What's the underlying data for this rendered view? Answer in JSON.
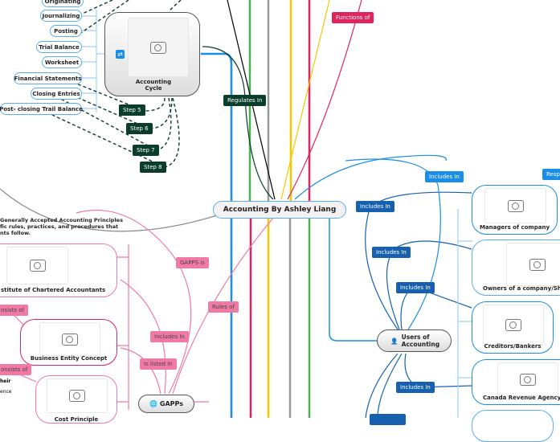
{
  "central_topic": "Accounting By Ashley Liang",
  "accounting_cycle": {
    "title": "Accounting Cycle",
    "icon": "repeat-icon",
    "steps": [
      "Originating",
      "Journalizing",
      "Posting",
      "Trial Balance",
      "Worksheet",
      "Financial Statements",
      "Closing Entries",
      "Post- closing Trail Balance"
    ],
    "step_labels": [
      "Step 5",
      "Step 6",
      "Step 7",
      "Step 8"
    ]
  },
  "relation_labels": {
    "regulates_in": "Regulates In",
    "functions_of": "Functions of",
    "gapps_is": "GAPPS is",
    "rules_of": "Rules of",
    "includes_in": "Includes In",
    "is_listed_in": "Is listed In",
    "consists_of_1": "nsists of",
    "consists_of_2": "onsists of",
    "respo": "Respo"
  },
  "gaap": {
    "title": "GAPPs",
    "icon": "globe-icon",
    "description": [
      "Generally Accepted Accounting Principles",
      "fic rules, practices, and procedures that",
      "nts follow."
    ],
    "cards": [
      "stitute of Chartered Accountants",
      "Business Entity Concept",
      "Cost Principle"
    ],
    "fragments": [
      "heir",
      "ence"
    ]
  },
  "users": {
    "title": "Users of Accounting",
    "icon": "person-icon",
    "cards": [
      "Managers of company",
      "Owners of a company/Sha",
      "Creditors/Bankers",
      "Canada Revenue Agency/C"
    ]
  },
  "colors": {
    "cycle": "#0b3d2c",
    "users": "#1a8ee6",
    "users_dark": "#1760b0",
    "gaap": "#f17aa5",
    "magenta": "#e0245e",
    "yellow": "#f5c800",
    "green": "#4caf50",
    "gray": "#999999"
  }
}
